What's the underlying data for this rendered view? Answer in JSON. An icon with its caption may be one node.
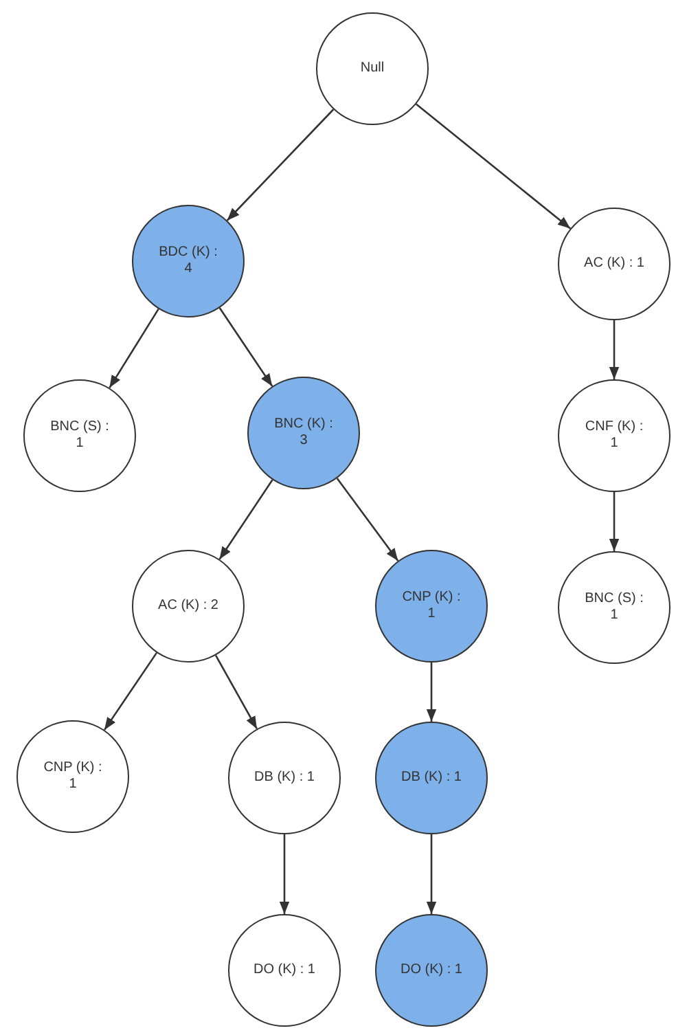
{
  "diagram": {
    "nodes": [
      {
        "text": [
          "Null"
        ]
      },
      {
        "text": [
          "BDC (K) : 4"
        ]
      },
      {
        "text": [
          "AC (K) : 1"
        ]
      },
      {
        "text": [
          "BNC (S) : 1"
        ]
      },
      {
        "text": [
          "BNC (K) : 3"
        ]
      },
      {
        "text": [
          "CNF (K) : 1"
        ]
      },
      {
        "text": [
          "AC (K) : 2"
        ]
      },
      {
        "text": [
          "CNP (K) : 1"
        ]
      },
      {
        "text": [
          "BNC (S) : 1"
        ]
      },
      {
        "text": [
          "CNP (K) : 1"
        ]
      },
      {
        "text": [
          "DB (K) : 1"
        ]
      },
      {
        "text": [
          "DB (K) : 1"
        ]
      },
      {
        "text": [
          "DO (K) : 1"
        ]
      },
      {
        "text": [
          "DO (K) : 1"
        ]
      }
    ],
    "edges": [
      {
        "from": 0,
        "to": 1,
        "arrow": "to"
      },
      {
        "from": 0,
        "to": 2,
        "arrow": "to"
      },
      {
        "from": 1,
        "to": 3,
        "arrow": "to"
      },
      {
        "from": 1,
        "to": 4,
        "arrow": "to"
      },
      {
        "from": 2,
        "to": 5,
        "arrow": "to"
      },
      {
        "from": 4,
        "to": 6,
        "arrow": "to"
      },
      {
        "from": 4,
        "to": 7,
        "arrow": "to"
      },
      {
        "from": 5,
        "to": 8,
        "arrow": "to"
      },
      {
        "from": 6,
        "to": 9,
        "arrow": "to"
      },
      {
        "from": 6,
        "to": 10,
        "arrow": "to"
      },
      {
        "from": 7,
        "to": 11,
        "arrow": "to"
      },
      {
        "from": 10,
        "to": 12,
        "arrow": "to"
      },
      {
        "from": 11,
        "to": 13,
        "arrow": "to"
      }
    ]
  }
}
